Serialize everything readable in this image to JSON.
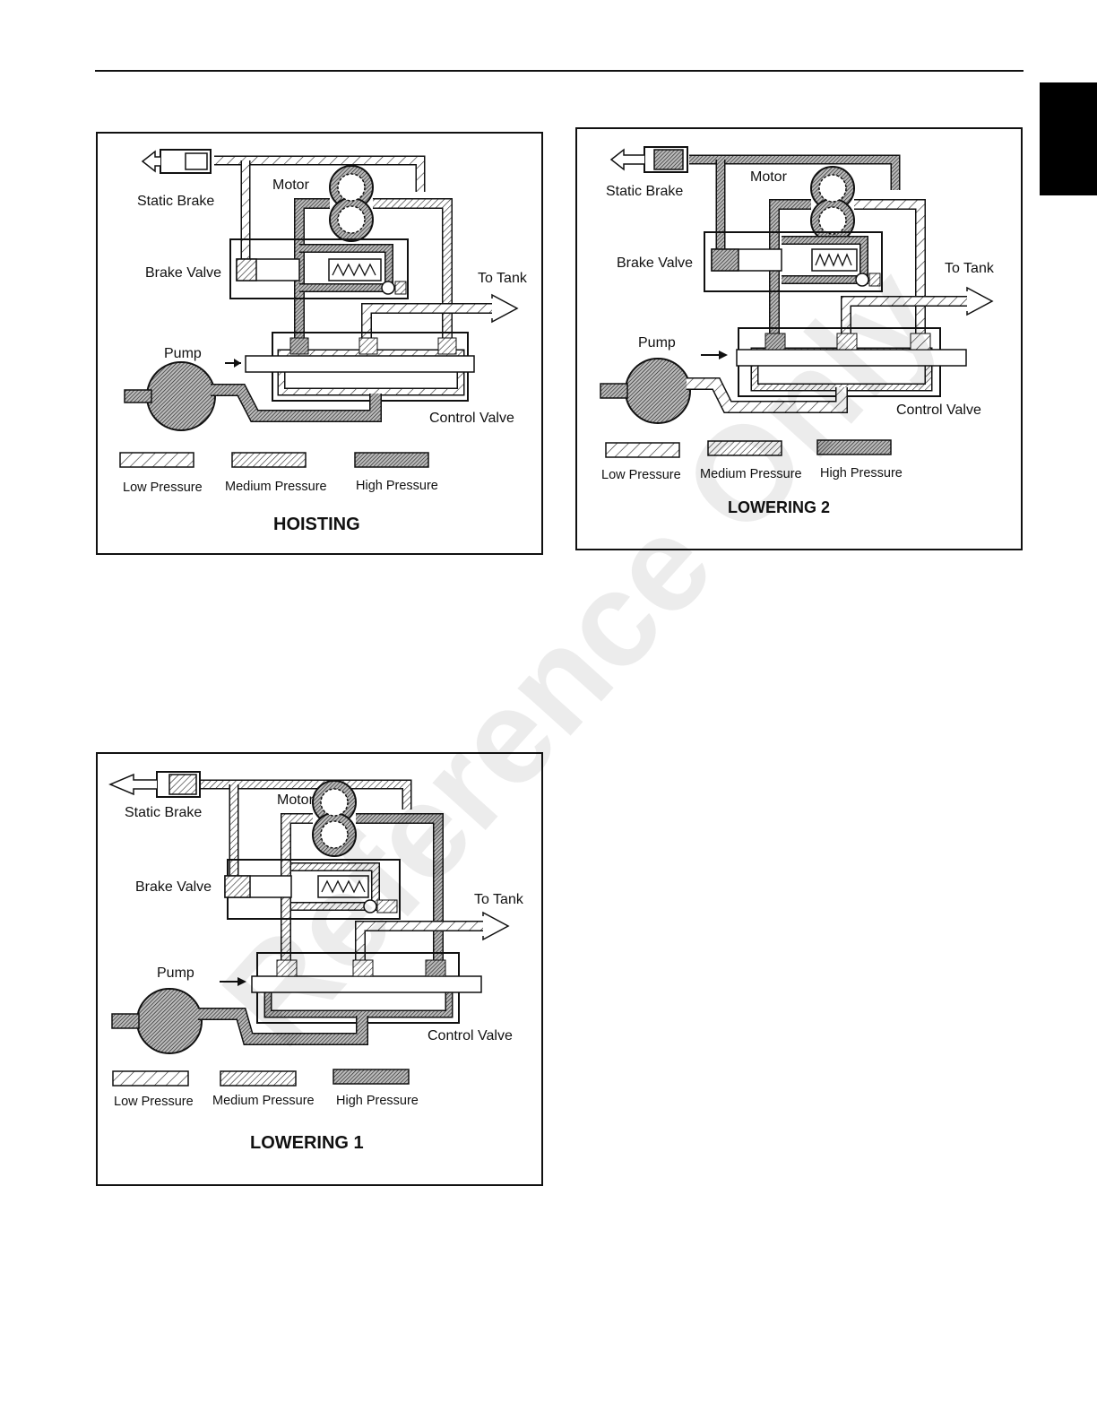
{
  "watermark": "Reference Only",
  "legend": {
    "low": "Low Pressure",
    "medium": "Medium Pressure",
    "high": "High Pressure"
  },
  "labels": {
    "static_brake": "Static Brake",
    "motor": "Motor",
    "brake_valve": "Brake Valve",
    "to_tank": "To Tank",
    "pump": "Pump",
    "control_valve": "Control Valve"
  },
  "panels": {
    "hoisting": {
      "title": "HOISTING"
    },
    "lowering2": {
      "title": "LOWERING 2"
    },
    "lowering1": {
      "title": "LOWERING 1"
    }
  }
}
